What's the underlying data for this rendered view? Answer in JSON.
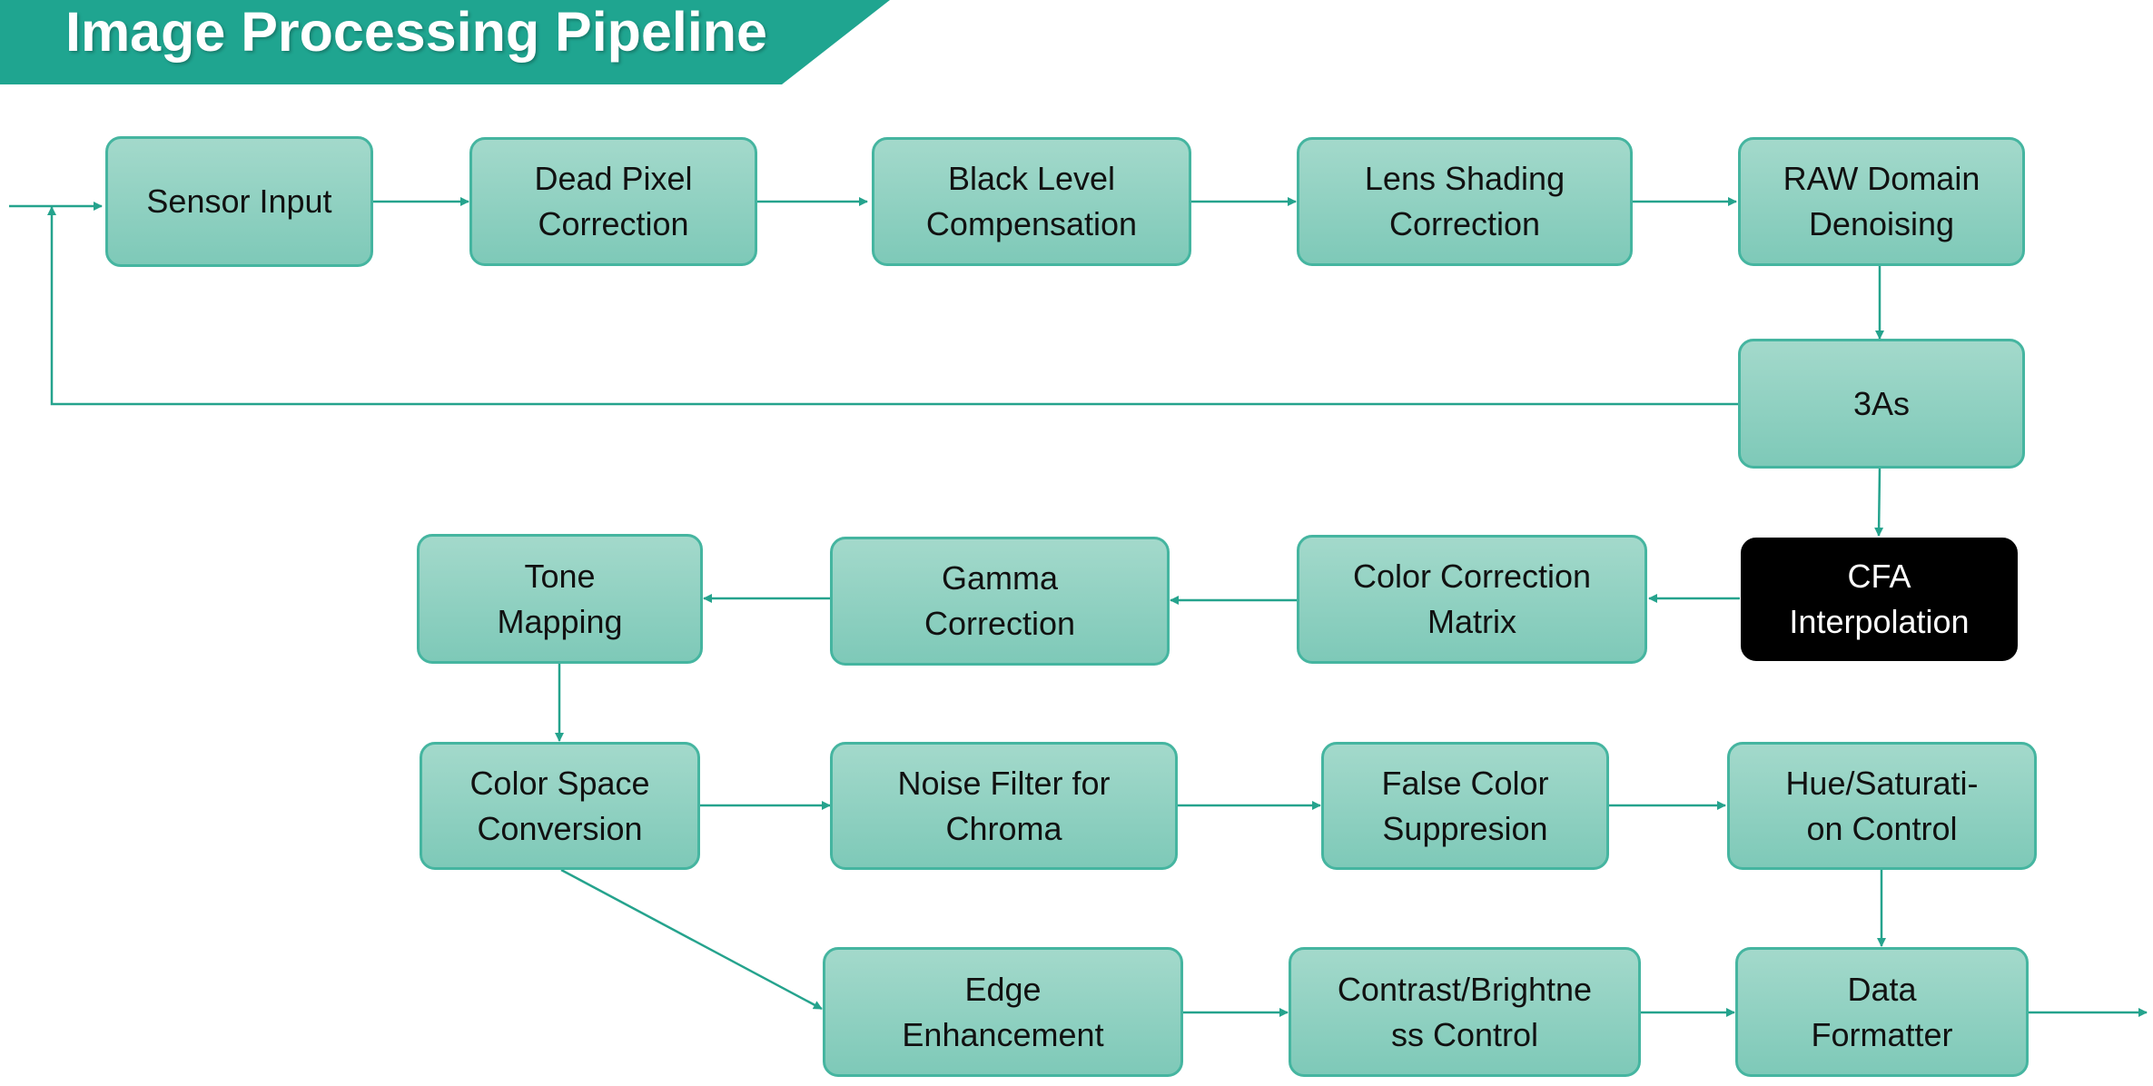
{
  "title": "Image Processing Pipeline",
  "colors": {
    "accent": "#1fa590",
    "box_fill_top": "#a3d9cb",
    "box_fill_bottom": "#7ec9b8",
    "box_border": "#45b5a0",
    "highlight_fill": "#000000",
    "highlight_text": "#ffffff",
    "connector": "#25a38d"
  },
  "stages": {
    "sensor_input": "Sensor Input",
    "dead_pixel_correction": "Dead Pixel\nCorrection",
    "black_level_compensation": "Black Level\nCompensation",
    "lens_shading_correction": "Lens Shading\nCorrection",
    "raw_domain_denoising": "RAW Domain\nDenoising",
    "three_as": "3As",
    "cfa_interpolation": "CFA\nInterpolation",
    "color_correction_matrix": "Color Correction\nMatrix",
    "gamma_correction": "Gamma\nCorrection",
    "tone_mapping": "Tone\nMapping",
    "color_space_conversion": "Color Space\nConversion",
    "noise_filter_chroma": "Noise Filter for\nChroma",
    "false_color_suppression": "False Color\nSuppresion",
    "hue_saturation_control": "Hue/Saturati-\non Control",
    "edge_enhancement": "Edge\nEnhancement",
    "contrast_brightness_control": "Contrast/Brightne\nss Control",
    "data_formatter": "Data\nFormatter"
  },
  "highlighted_stage": "cfa_interpolation"
}
